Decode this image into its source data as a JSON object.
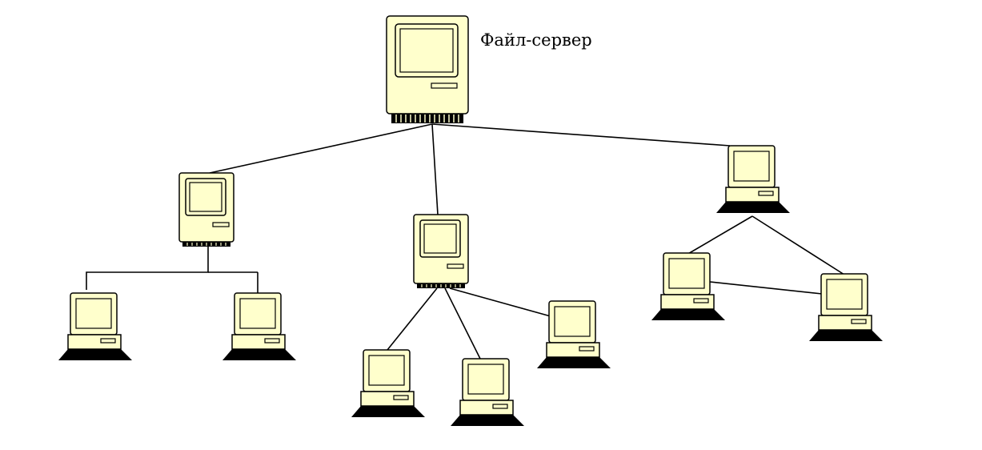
{
  "diagram": {
    "server_label": "Файл-сервер"
  },
  "colors": {
    "device_fill": "#ffffcc",
    "outline": "#000000",
    "background": "#ffffff"
  },
  "nodes": [
    {
      "id": "file-server",
      "icon": "mac-file-server-icon"
    },
    {
      "id": "hub-left",
      "icon": "mac-computer-icon"
    },
    {
      "id": "hub-center",
      "icon": "mac-computer-icon"
    },
    {
      "id": "workstation-right-top",
      "icon": "desktop-pc-icon"
    },
    {
      "id": "workstation-left-1",
      "icon": "desktop-pc-icon"
    },
    {
      "id": "workstation-left-2",
      "icon": "desktop-pc-icon"
    },
    {
      "id": "workstation-center-1",
      "icon": "desktop-pc-icon"
    },
    {
      "id": "workstation-center-2",
      "icon": "desktop-pc-icon"
    },
    {
      "id": "workstation-center-3",
      "icon": "desktop-pc-icon"
    },
    {
      "id": "workstation-right-1",
      "icon": "desktop-pc-icon"
    },
    {
      "id": "workstation-right-2",
      "icon": "desktop-pc-icon"
    }
  ],
  "links": [
    [
      "file-server",
      "hub-left"
    ],
    [
      "file-server",
      "hub-center"
    ],
    [
      "file-server",
      "workstation-right-top"
    ],
    [
      "hub-left",
      "workstation-left-1"
    ],
    [
      "hub-left",
      "workstation-left-2"
    ],
    [
      "hub-center",
      "workstation-center-1"
    ],
    [
      "hub-center",
      "workstation-center-2"
    ],
    [
      "hub-center",
      "workstation-center-3"
    ],
    [
      "workstation-right-top",
      "workstation-right-1"
    ],
    [
      "workstation-right-top",
      "workstation-right-2"
    ],
    [
      "workstation-right-1",
      "workstation-right-2"
    ]
  ]
}
